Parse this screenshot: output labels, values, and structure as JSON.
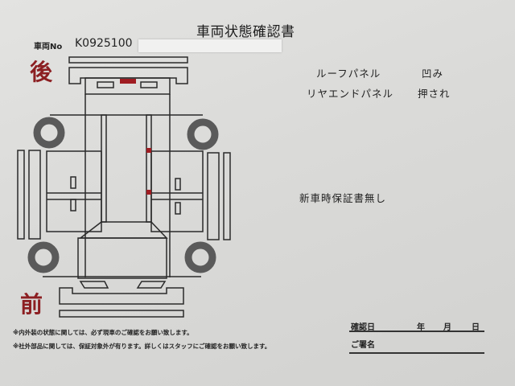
{
  "document": {
    "title": "車両状態確認書",
    "vehicle_no_label": "車両No",
    "vehicle_no_value": "K0925100",
    "rear_label": "後",
    "front_label": "前",
    "damage_items": [
      {
        "part": "ルーフパネル",
        "condition": "凹み"
      },
      {
        "part": "リヤエンドパネル",
        "condition": "押され"
      }
    ],
    "note": "新車時保証書無し",
    "footnotes": [
      "※内外装の状態に関しては、必ず現車のご確認をお願い致します。",
      "※社外部品に関しては、保証対象外が有ります。詳しくはスタッフにご確認をお願い致します。"
    ],
    "confirmation": {
      "date_label": "確認日",
      "year": "年",
      "month": "月",
      "day": "日",
      "signature_label": "ご署名"
    },
    "colors": {
      "damage_mark": "#a01c22",
      "wheel": "#5a5a5a",
      "direction_label": "#8c1f22"
    }
  }
}
